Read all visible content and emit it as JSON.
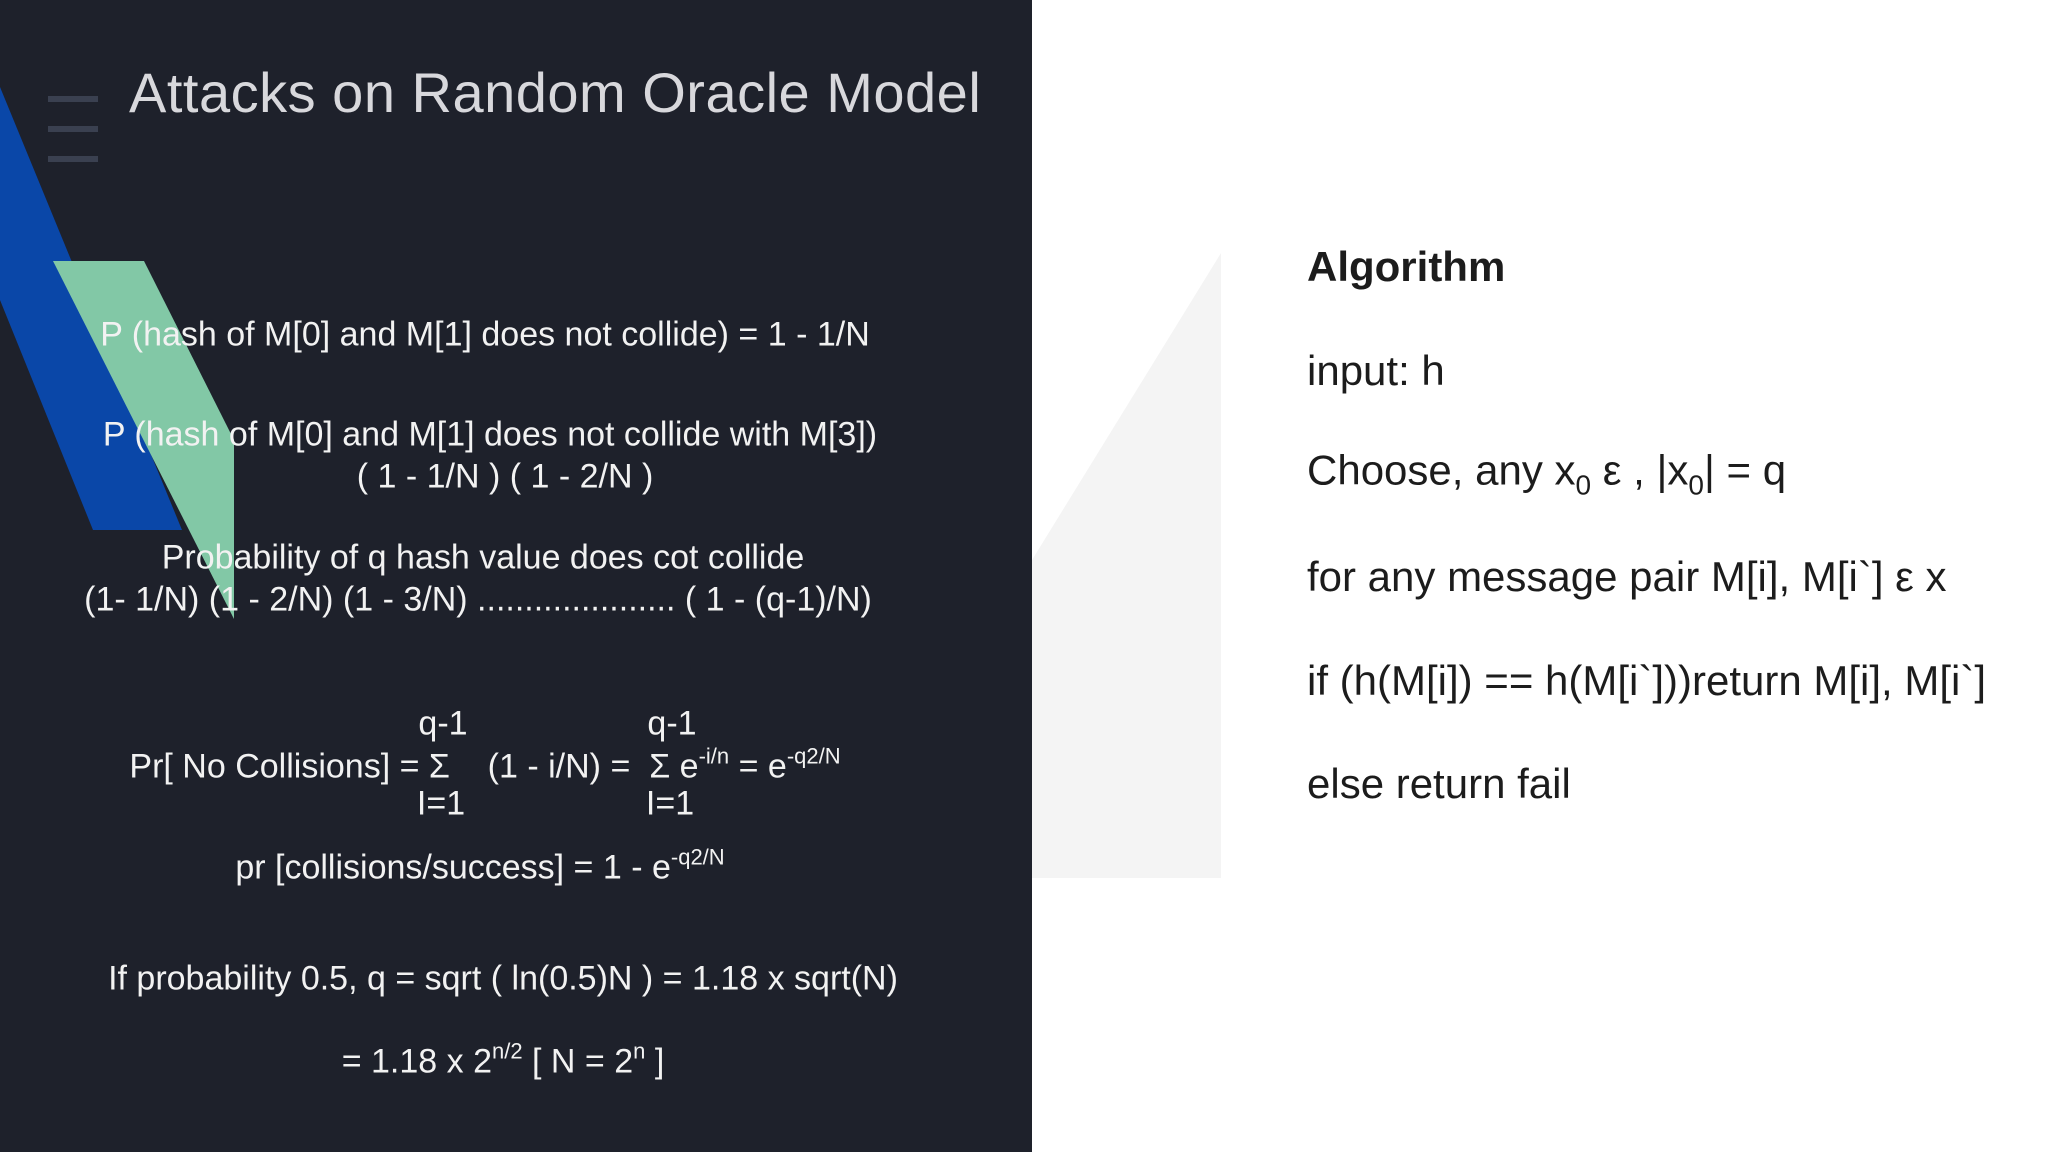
{
  "slide": {
    "title": "Attacks on Random Oracle Model",
    "left_lines": {
      "l1": "P (hash of M[0] and M[1]  does not collide) =  1 - 1/N",
      "l2": "P (hash of M[0] and M[1]  does not collide  with M[3])",
      "l3": "( 1 - 1/N ) ( 1 - 2/N  )",
      "l4": "Probability of q hash value does cot collide",
      "l5": "(1- 1/N) (1 - 2/N) (1 - 3/N) ..................... ( 1 - (q-1)/N)",
      "sum1_top": "q-1",
      "sum1_bottom": "I=1",
      "sum2_top": "q-1",
      "sum2_bottom": "I=1",
      "l6_a": "Pr[ No Collisions] = Σ    (1 - i/N) =  Σ e",
      "l6_sup1": "-i/n",
      "l6_b": " = e",
      "l6_sup2": "-q2/N",
      "l7_a": "pr [collisions/success] = 1 - e",
      "l7_sup": "-q2/N",
      "l8": "If probability 0.5, q = sqrt ( ln(0.5)N ) = 1.18 x sqrt(N)",
      "l9_a": "= 1.18 x 2",
      "l9_sup1": "n/2",
      "l9_b": " [ N = 2",
      "l9_sup2": "n",
      "l9_c": " ]"
    },
    "algorithm": {
      "heading": "Algorithm",
      "input": "input: h",
      "choose_a": "Choose, any x",
      "choose_sub1": "0",
      "choose_b": " ε , |x",
      "choose_sub2": "0",
      "choose_c": "| = q",
      "for_line": "for any message pair M[i], M[i`] ε x",
      "if_line": "if (h(M[i]) == h(M[i`]))return M[i], M[i`]",
      "else_line": "else return fail"
    },
    "colors": {
      "dark_bg": "#1e212b",
      "blue": "#0a47a8",
      "green": "#82c8a6",
      "light_shape": "#f4f4f4"
    }
  }
}
